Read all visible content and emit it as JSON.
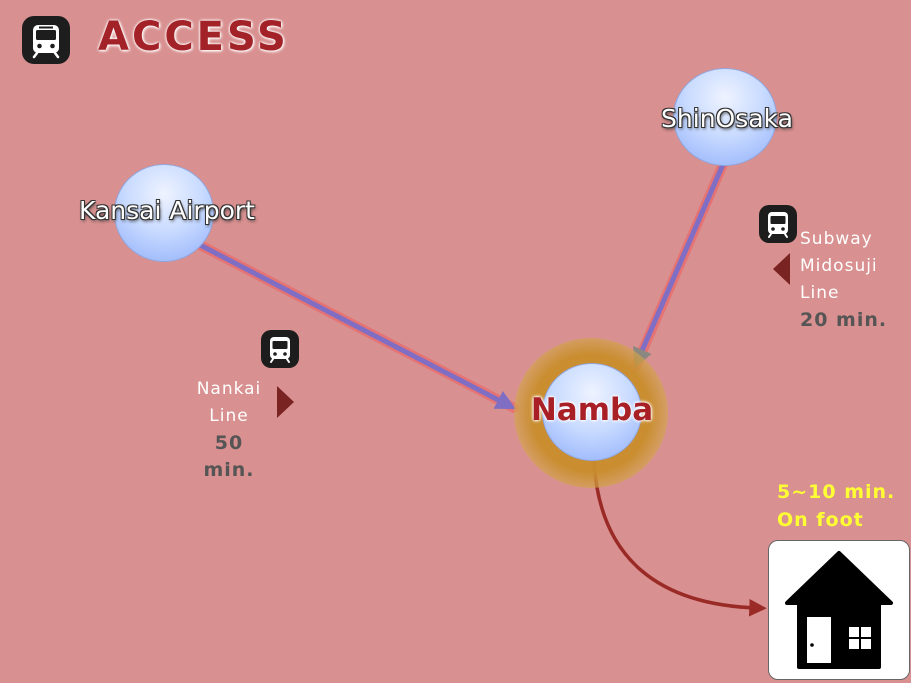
{
  "header": {
    "title": "ACCESS",
    "icon": "train-icon"
  },
  "stations": {
    "kansai": {
      "label": "Kansai Airport"
    },
    "shinosaka": {
      "label": "ShinOsaka"
    },
    "namba": {
      "label": "Namba"
    }
  },
  "routes": {
    "nankai": {
      "line1": "Nankai",
      "line2": "Line",
      "time": "50 min.",
      "icon": "train-icon"
    },
    "subway": {
      "line1": "Subway",
      "line2": "Midosuji",
      "line3": "Line",
      "time": "20 min.",
      "icon": "train-icon"
    }
  },
  "walk": {
    "line1": "5~10 min.",
    "line2": "On foot"
  },
  "destination": {
    "icon": "house-icon"
  },
  "colors": {
    "background": "#d99090",
    "title": "#a32228",
    "route_line": "#7f6ec4",
    "route_line_edge": "#ef6060",
    "walk_arrow": "#9a2a26",
    "walk_text": "#ffff33",
    "hub_glow": "#c98e2c"
  }
}
